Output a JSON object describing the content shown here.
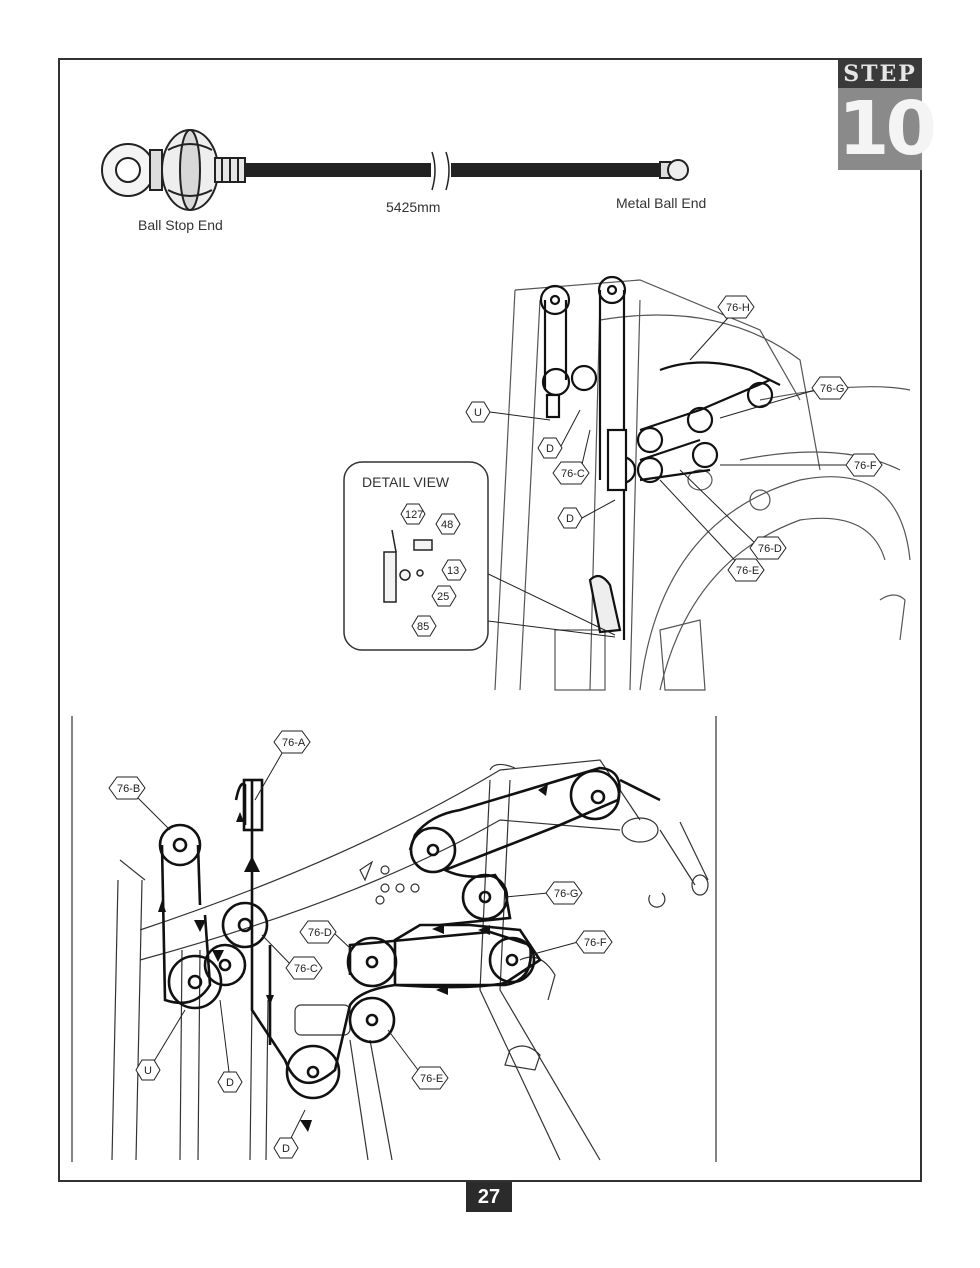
{
  "step": {
    "word": "STEP",
    "number": "10"
  },
  "cable": {
    "ball_stop_label": "Ball Stop End",
    "length_label": "5425mm",
    "metal_end_label": "Metal Ball End"
  },
  "detail_view": {
    "title": "DETAIL VIEW",
    "parts": [
      "127",
      "48",
      "13",
      "25",
      "85"
    ]
  },
  "upper_callouts": [
    "76-H",
    "76-G",
    "U",
    "D",
    "76-C",
    "76-F",
    "D",
    "76-D",
    "76-E"
  ],
  "lower_callouts": [
    "76-A",
    "76-B",
    "76-G",
    "76-D",
    "76-F",
    "76-C",
    "U",
    "D",
    "76-E",
    "D"
  ],
  "page_number": "27"
}
